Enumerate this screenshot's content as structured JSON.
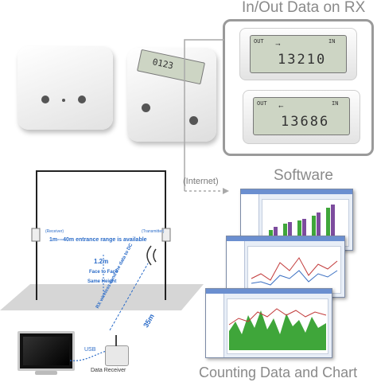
{
  "headings": {
    "rx_title": "In/Out Data on RX",
    "software": "Software",
    "bottom": "Counting Data and Chart"
  },
  "rx_displays": [
    {
      "out": "OUT",
      "in": "IN",
      "value": "13210"
    },
    {
      "out": "OUT",
      "in": "IN",
      "value": "13686"
    }
  ],
  "device_label": "0123",
  "connection": {
    "internet": "(Internet)"
  },
  "diagram": {
    "receiver_label": "(Receiver)",
    "transmitter_label": "(Transmitter)",
    "range_text": "1m---40m entrance range is available",
    "height_value": "1.2m",
    "face_to_face": "Face to Face",
    "same_height": "Same Height",
    "wireless_text": "RX wireless send the data to DC",
    "distance": "35m",
    "usb": "USB",
    "data_receiver": "Data Receiver"
  },
  "colors": {
    "blue_text": "#2a6bc8",
    "bar_green": "#3fa63a",
    "bar_purple": "#7d4c9e",
    "line_red": "#c23a3a"
  }
}
